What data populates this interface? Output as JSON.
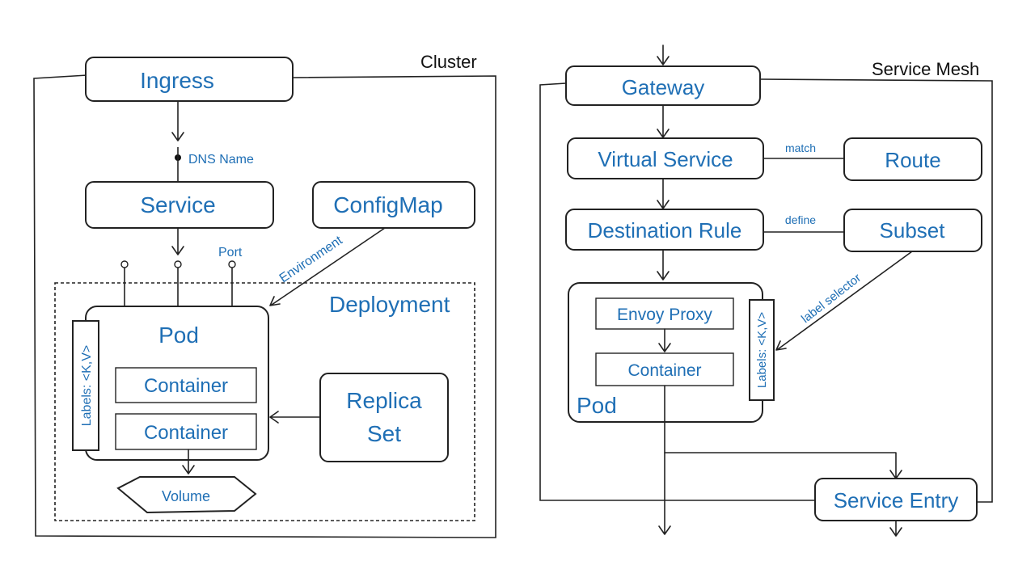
{
  "cluster": {
    "title": "Cluster",
    "ingress": "Ingress",
    "dns_name": "DNS Name",
    "service": "Service",
    "configmap": "ConfigMap",
    "port": "Port",
    "environment": "Environment",
    "deployment": "Deployment",
    "pod": "Pod",
    "labels": "Labels: <K,V>",
    "container_1": "Container",
    "container_2": "Container",
    "replica_line1": "Replica",
    "replica_line2": "Set",
    "volume": "Volume"
  },
  "mesh": {
    "title": "Service Mesh",
    "gateway": "Gateway",
    "virtual_service": "Virtual Service",
    "match": "match",
    "route": "Route",
    "destination_rule": "Destination Rule",
    "define": "define",
    "subset": "Subset",
    "label_selector": "label selector",
    "envoy_proxy": "Envoy Proxy",
    "container": "Container",
    "labels": "Labels: <K,V>",
    "pod": "Pod",
    "service_entry": "Service Entry"
  },
  "colors": {
    "label": "#1f6fb5",
    "stroke": "#222222"
  }
}
